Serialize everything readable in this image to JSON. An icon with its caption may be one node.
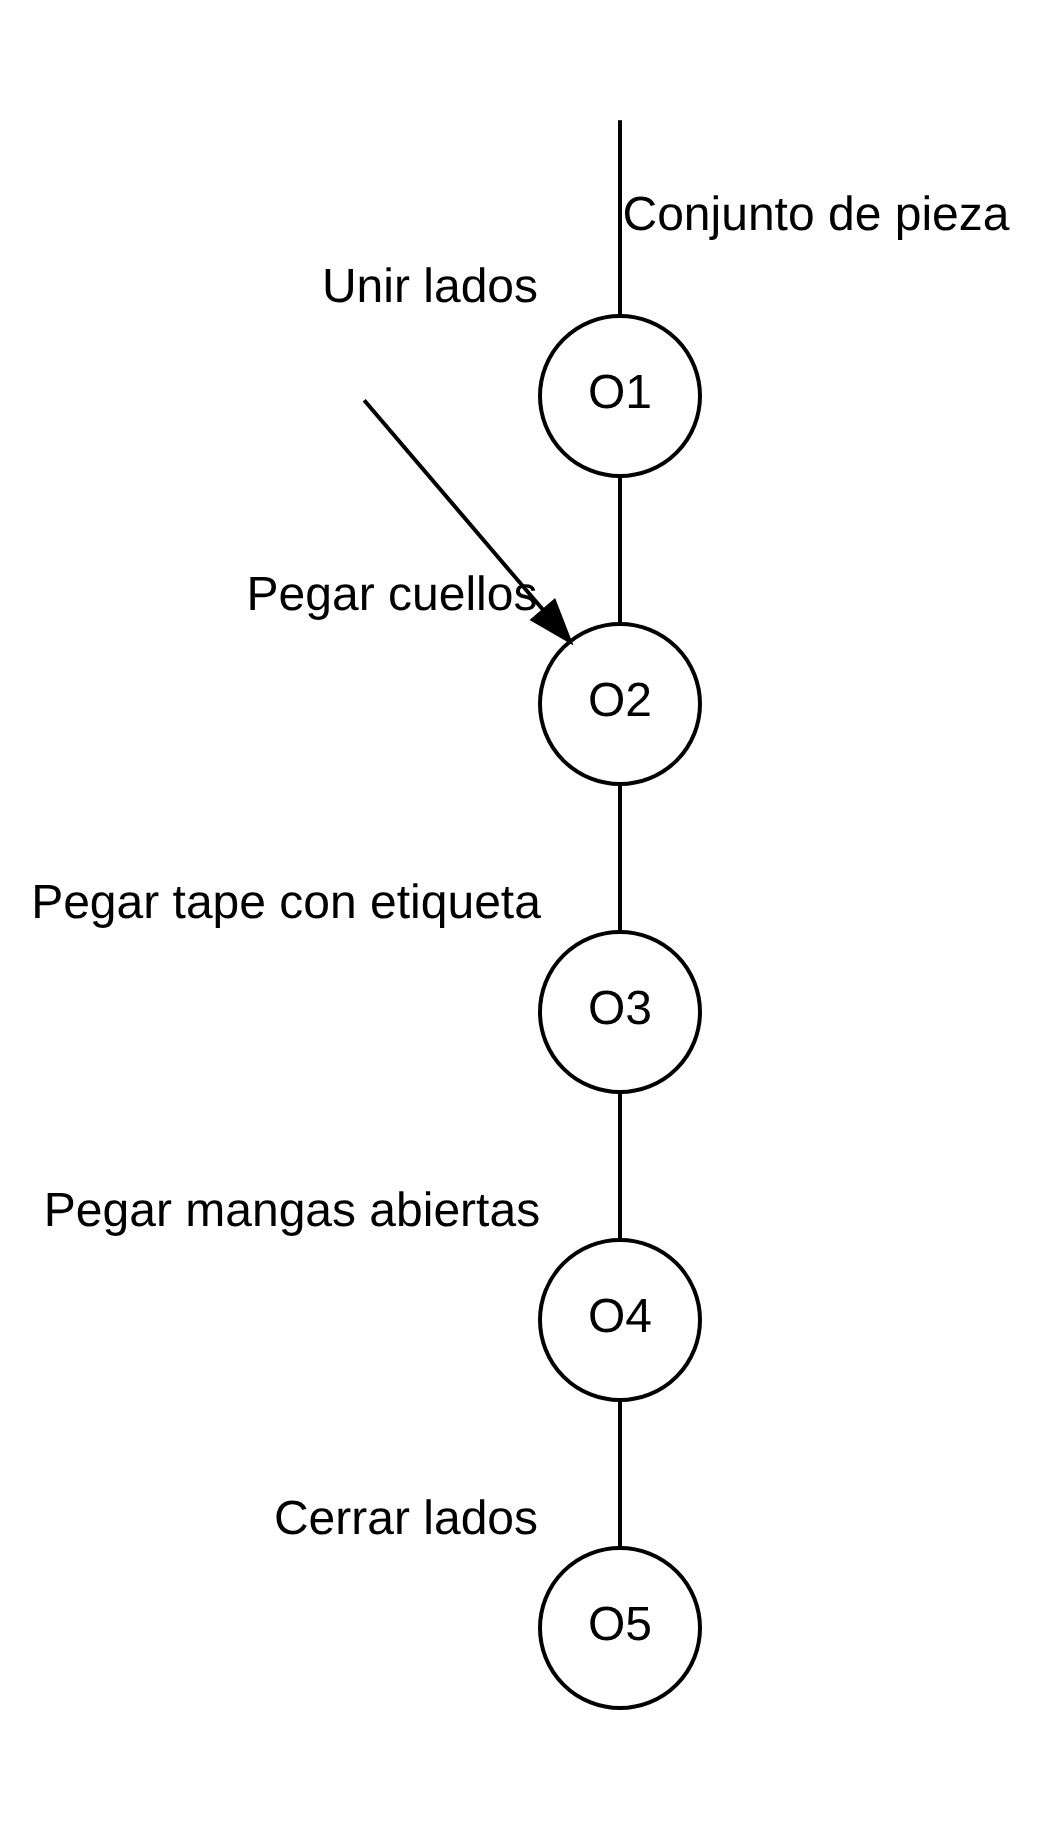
{
  "diagram": {
    "nodes": [
      {
        "text": [
          "O1"
        ],
        "beside": [
          "Unir lados"
        ]
      },
      {
        "text": [
          "O2"
        ],
        "beside": [
          "Pegar cuellos"
        ]
      },
      {
        "text": [
          "O3"
        ],
        "beside": [
          "Pegar tape con etiqueta"
        ]
      },
      {
        "text": [
          "O4"
        ],
        "beside": [
          "Pegar mangas abiertas"
        ]
      },
      {
        "text": [
          "O5"
        ],
        "beside": [
          "Cerrar lados"
        ]
      }
    ],
    "edges": [
      {
        "from": null,
        "to": 0,
        "arrow": "none",
        "label": "Conjunto de pieza"
      },
      {
        "from": 0,
        "to": 1,
        "arrow": "none"
      },
      {
        "from": null,
        "to": 1,
        "arrow": "to"
      },
      {
        "from": 1,
        "to": 2,
        "arrow": "none"
      },
      {
        "from": 2,
        "to": 3,
        "arrow": "none"
      },
      {
        "from": 3,
        "to": 4,
        "arrow": "none"
      }
    ]
  }
}
